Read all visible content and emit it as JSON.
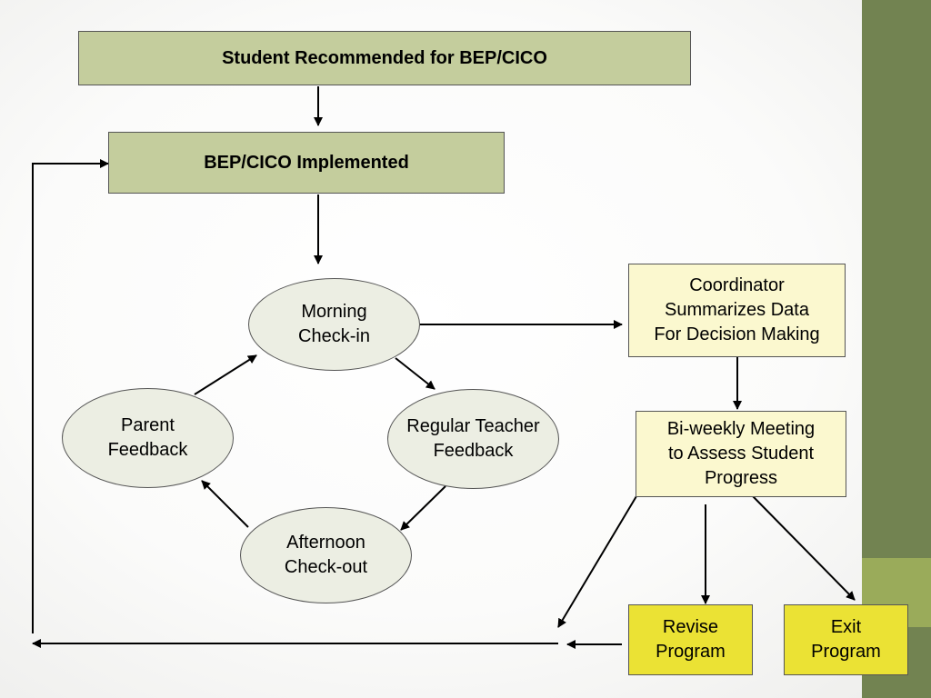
{
  "flowchart": {
    "recommended": "Student Recommended for BEP/CICO",
    "implemented": "BEP/CICO Implemented",
    "morning_checkin": "Morning\nCheck-in",
    "teacher_feedback": "Regular Teacher\nFeedback",
    "afternoon_checkout": "Afternoon\nCheck-out",
    "parent_feedback": "Parent\nFeedback",
    "coordinator": "Coordinator\nSummarizes Data\nFor Decision Making",
    "biweekly": "Bi-weekly Meeting\nto Assess Student\nProgress",
    "revise": "Revise\nProgram",
    "exit": "Exit\nProgram"
  },
  "colors": {
    "green_box": "#c4cd9d",
    "cream_box": "#fbf8cf",
    "yellow_box": "#ebe234",
    "oval": "#eceee3",
    "sidebar_dark": "#728351",
    "sidebar_light": "#9aab5a"
  }
}
